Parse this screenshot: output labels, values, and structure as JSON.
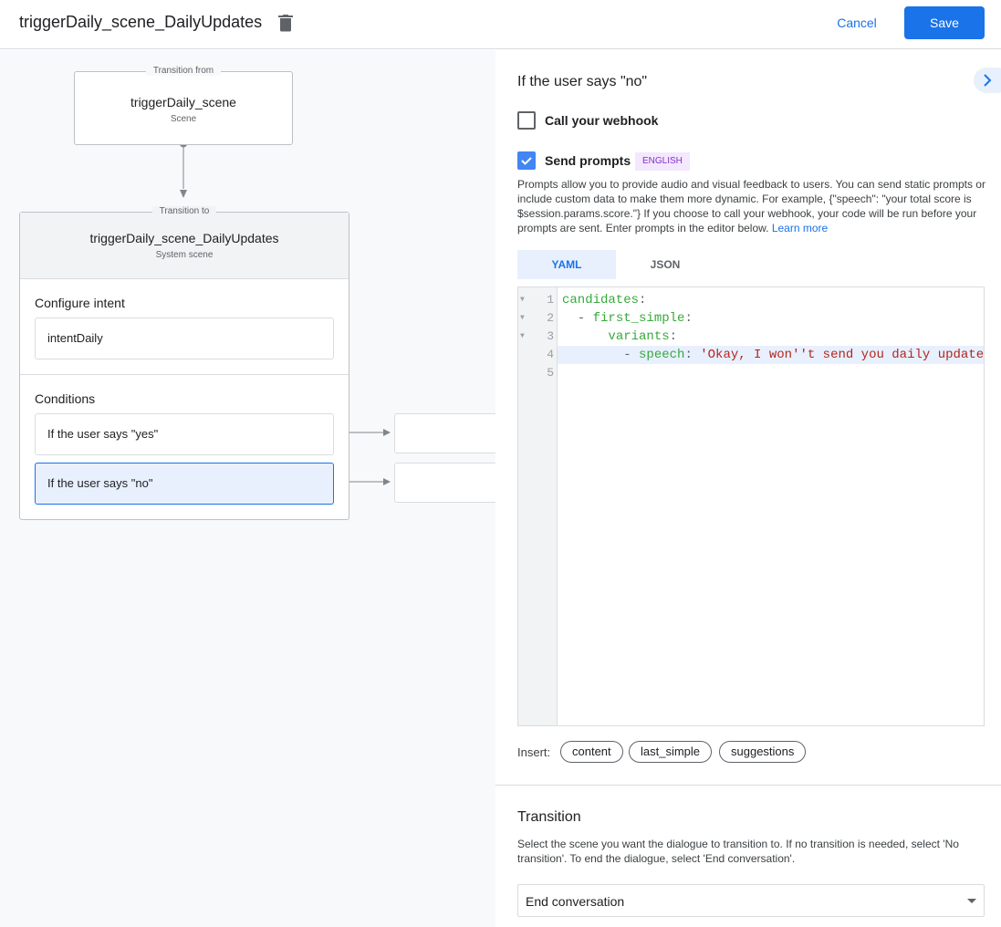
{
  "header": {
    "title": "triggerDaily_scene_DailyUpdates",
    "cancel_label": "Cancel",
    "save_label": "Save",
    "accent": "#1a73e8"
  },
  "canvas": {
    "from": {
      "legend": "Transition from",
      "name": "triggerDaily_scene",
      "type": "Scene"
    },
    "to": {
      "legend": "Transition to",
      "name": "triggerDaily_scene_DailyUpdates",
      "type": "System scene",
      "intent_label": "Configure intent",
      "intent": "intentDaily",
      "conditions_label": "Conditions",
      "conditions": [
        {
          "label": "If the user says \"yes\""
        },
        {
          "label": "If the user says \"no\"",
          "selected": true
        }
      ]
    }
  },
  "panel": {
    "title": "If the user says \"no\"",
    "webhook": {
      "label": "Call your webhook",
      "checked": false
    },
    "prompts": {
      "label": "Send prompts",
      "checked": true,
      "badge": "ENGLISH",
      "description": "Prompts allow you to provide audio and visual feedback to users. You can send static prompts or include custom data to make them more dynamic. For example, {\"speech\": \"your total score is $session.params.score.\"} If you choose to call your webhook, your code will be run before your prompts are sent. Enter prompts in the editor below.",
      "learn_more": "Learn more"
    },
    "tabs": [
      {
        "label": "YAML",
        "active": true
      },
      {
        "label": "JSON",
        "active": false
      }
    ],
    "code": {
      "line_numbers": [
        "1",
        "2",
        "3",
        "4",
        "5"
      ],
      "l1": {
        "key": "candidates",
        "punct": ":"
      },
      "l2": {
        "dash": "  - ",
        "key": "first_simple",
        "punct": ":"
      },
      "l3": {
        "indent": "      ",
        "key": "variants",
        "punct": ":"
      },
      "l4": {
        "dash": "        - ",
        "key": "speech",
        "punct": ": ",
        "value": "'Okay, I won''t send you daily update"
      }
    },
    "insert": {
      "label": "Insert:",
      "chips": [
        "content",
        "last_simple",
        "suggestions"
      ]
    },
    "transition": {
      "title": "Transition",
      "description": "Select the scene you want the dialogue to transition to. If no transition is needed, select 'No transition'. To end the dialogue, select 'End conversation'.",
      "selected": "End conversation"
    }
  }
}
